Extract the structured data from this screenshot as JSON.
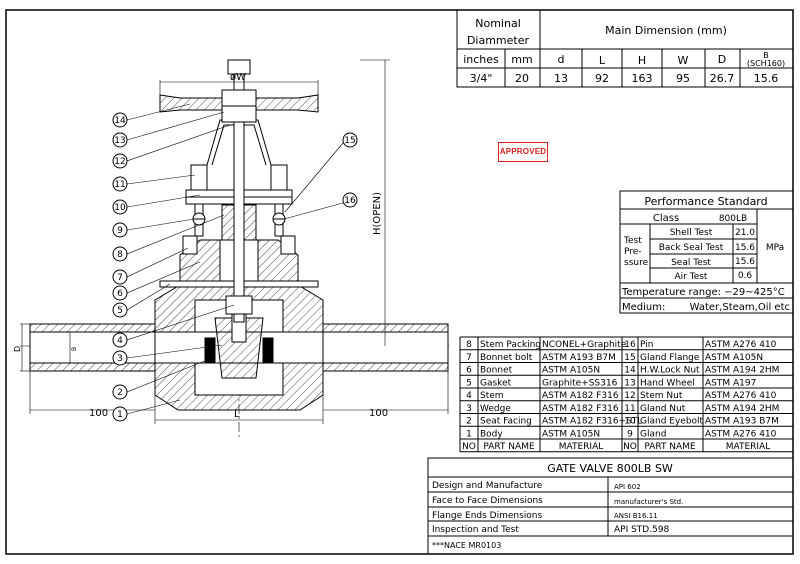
{
  "dimension_table": {
    "nominal_line1": "Nominal",
    "nominal_line2": "Diammeter",
    "main_dimension": "Main Dimension (mm)",
    "headers": [
      "inches",
      "mm",
      "d",
      "L",
      "H",
      "W",
      "D",
      "B",
      "(SCH160)"
    ],
    "values": [
      "3/4\"",
      "20",
      "13",
      "92",
      "163",
      "95",
      "26.7",
      "15.6"
    ]
  },
  "stamp": "APPROVED",
  "performance": {
    "title": "Performance Standard",
    "class_label": "Class",
    "class_value": "800LB",
    "test_label": [
      "Test",
      "Pre-",
      "ssure"
    ],
    "tests": [
      {
        "name": "Shell Test",
        "value": "21.0"
      },
      {
        "name": "Back Seal Test",
        "value": "15.6"
      },
      {
        "name": "Seal Test",
        "value": "15.6"
      },
      {
        "name": "Air Test",
        "value": "0.6"
      }
    ],
    "unit": "MPa",
    "temperature": "Temperature range:  −29~425°C",
    "medium_label": "Medium:",
    "medium_value": "Water,Steam,Oil etc"
  },
  "parts_left": [
    {
      "no": "8",
      "name": "Stem Packing",
      "material": "NCONEL+Graphite"
    },
    {
      "no": "7",
      "name": "Bonnet bolt",
      "material": "ASTM A193 B7M"
    },
    {
      "no": "6",
      "name": "Bonnet",
      "material": "ASTM A105N"
    },
    {
      "no": "5",
      "name": "Gasket",
      "material": "Graphite+SS316"
    },
    {
      "no": "4",
      "name": "Stem",
      "material": "ASTM A182 F316"
    },
    {
      "no": "3",
      "name": "Wedge",
      "material": "ASTM A182 F316"
    },
    {
      "no": "2",
      "name": "Seat Facing",
      "material": "ASTM A182 F316+STL"
    },
    {
      "no": "1",
      "name": "Body",
      "material": "ASTM A105N"
    }
  ],
  "parts_right": [
    {
      "no": "16",
      "name": "Pin",
      "material": "ASTM A276 410"
    },
    {
      "no": "15",
      "name": "Gland Flange",
      "material": "ASTM A105N"
    },
    {
      "no": "14",
      "name": "H.W.Lock Nut",
      "material": "ASTM A194 2HM"
    },
    {
      "no": "13",
      "name": "Hand Wheel",
      "material": "ASTM A197"
    },
    {
      "no": "12",
      "name": "Stem Nut",
      "material": "ASTM A276 410"
    },
    {
      "no": "11",
      "name": "Gland Nut",
      "material": "ASTM A194 2HM"
    },
    {
      "no": "10",
      "name": "Gland Eyebolt",
      "material": "ASTM A193 B7M"
    },
    {
      "no": "9",
      "name": "Gland",
      "material": "ASTM A276 410"
    }
  ],
  "parts_headers": {
    "no": "NO",
    "name": "PART NAME",
    "material": "MATERIAL"
  },
  "title_block": {
    "title": "GATE VALVE 800LB SW",
    "rows": [
      {
        "label": "Design and Manufacture",
        "value": "API 602"
      },
      {
        "label": "Face to Face Dimensions",
        "value": "manufacturer's Std."
      },
      {
        "label": "Flange Ends Dimensions",
        "value": "ANSI B16.11"
      },
      {
        "label": "Inspection and Test",
        "value": "API STD.598"
      }
    ],
    "note": "***NACE MR0103"
  },
  "drawing": {
    "dim_w": "øW",
    "dim_h": "H(OPEN)",
    "dim_d": "D",
    "dim_b": "B",
    "dim_l": "L",
    "dim_100_left": "100",
    "dim_100_right": "100",
    "balloons": [
      "14",
      "13",
      "12",
      "11",
      "10",
      "9",
      "8",
      "7",
      "6",
      "5",
      "4",
      "3",
      "2",
      "1",
      "15",
      "16"
    ]
  }
}
